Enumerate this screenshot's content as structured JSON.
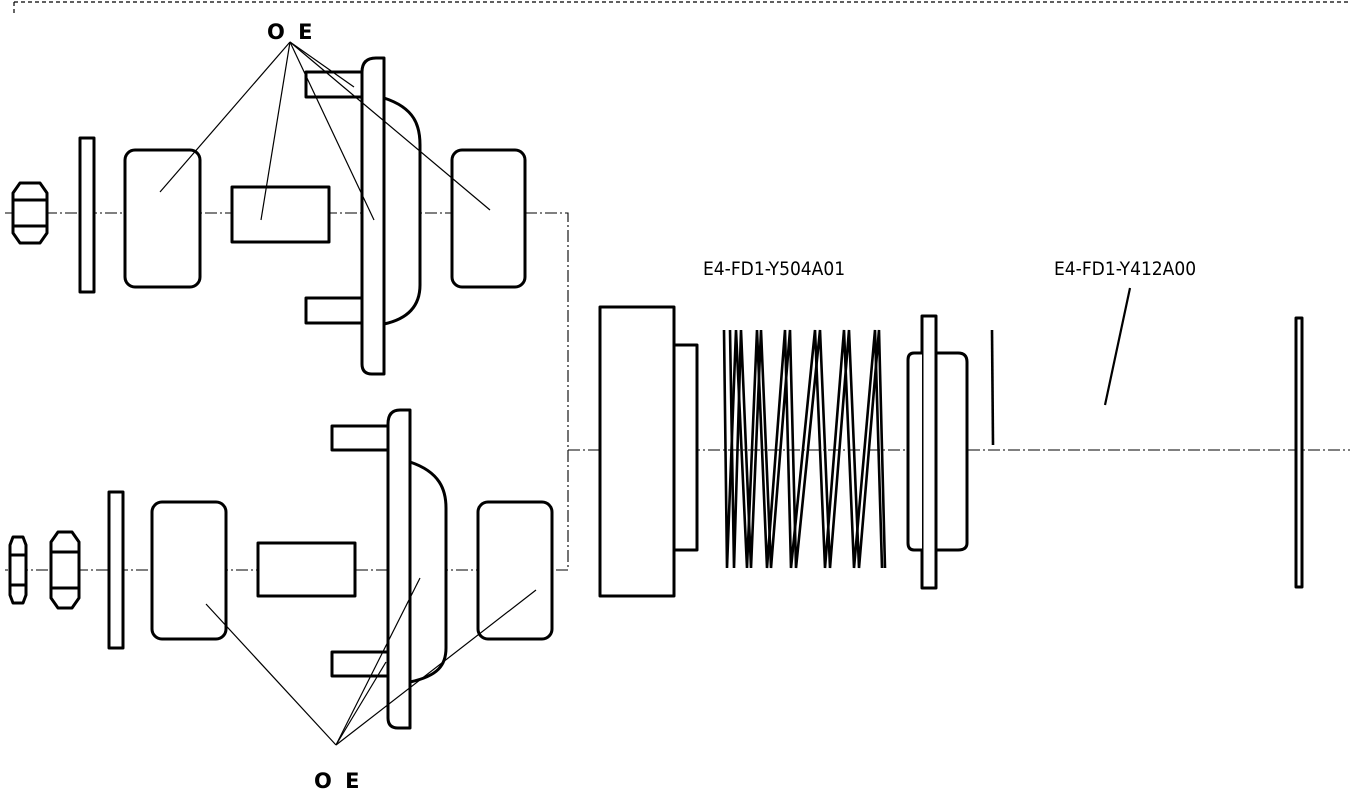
{
  "labels": {
    "oe_top": "O E",
    "oe_bottom": "O E",
    "spring_small": "E4-FD1-Y504A01",
    "spring_large": "E4-FD1-Y412A00"
  },
  "colors": {
    "line": "#000000",
    "background": "#ffffff"
  }
}
